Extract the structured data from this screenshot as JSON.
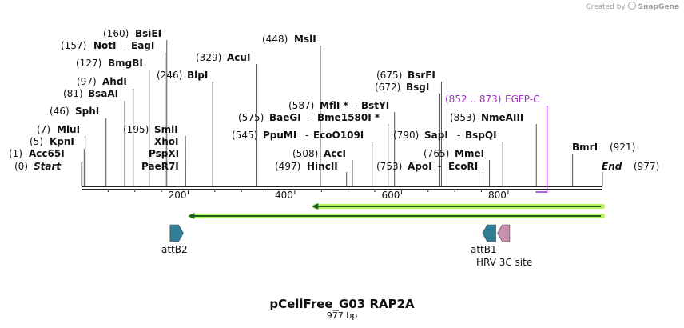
{
  "credit": {
    "created_by": "Created by",
    "brand": "SnapGene"
  },
  "title": "pCellFree_G03 RAP2A",
  "subtitle": "977 bp",
  "sequence": {
    "length": 977
  },
  "ruler": {
    "ticks": [
      "200",
      "400",
      "600",
      "800"
    ]
  },
  "enzymes": [
    {
      "pos": "(0)",
      "name": "Start",
      "site": 0,
      "italic": true
    },
    {
      "pos": "(1)",
      "name": "Acc65I",
      "site": 1
    },
    {
      "pos": "(5)",
      "name": "KpnI",
      "site": 5
    },
    {
      "pos": "(7)",
      "name": "MluI",
      "site": 7
    },
    {
      "pos": "(46)",
      "name": "SphI",
      "site": 46
    },
    {
      "pos": "(81)",
      "name": "BsaAI",
      "site": 81
    },
    {
      "pos": "(97)",
      "name": "AhdI",
      "site": 97
    },
    {
      "pos": "(127)",
      "name": "BmgBI",
      "site": 127
    },
    {
      "pos": "(157)",
      "name": "NotI",
      "name2": "EagI",
      "site": 157
    },
    {
      "pos": "(160)",
      "name": "BsiEI",
      "site": 160
    },
    {
      "pos": "(195)",
      "name": "SmlI",
      "name_only_xho": true,
      "site": 195
    },
    {
      "name": "XhoI",
      "site": 195
    },
    {
      "name": "PspXI",
      "site": 195
    },
    {
      "name": "PaeR7I",
      "site": 195
    },
    {
      "pos": "(246)",
      "name": "BlpI",
      "site": 246
    },
    {
      "pos": "(329)",
      "name": "AcuI",
      "site": 329
    },
    {
      "pos": "(448)",
      "name": "MslI",
      "site": 448
    },
    {
      "pos": "(497)",
      "name": "HincII",
      "site": 497
    },
    {
      "pos": "(508)",
      "name": "AccI",
      "site": 508
    },
    {
      "pos": "(545)",
      "name": "PpuMI",
      "name2": "EcoO109I",
      "site": 545
    },
    {
      "pos": "(575)",
      "name": "BaeGI",
      "name2": "Bme1580I *",
      "site": 575
    },
    {
      "pos": "(587)",
      "name": "MflI *",
      "name2": "BstYI",
      "site": 587
    },
    {
      "pos": "(672)",
      "name": "BsgI",
      "site": 672
    },
    {
      "pos": "(675)",
      "name": "BsrFI",
      "site": 675
    },
    {
      "pos": "(753)",
      "name": "ApoI",
      "name2": "EcoRI",
      "site": 753
    },
    {
      "pos": "(765)",
      "name": "MmeI",
      "site": 765
    },
    {
      "pos": "(790)",
      "name": "SapI",
      "name2": "BspQI",
      "site": 790
    },
    {
      "pos": "(853)",
      "name": "NmeAIII",
      "site": 853
    },
    {
      "pos": "(921)",
      "name": "BmrI",
      "site": 921
    },
    {
      "pos": "(977)",
      "name": "End",
      "site": 977,
      "italic": true
    }
  ],
  "primer": {
    "range": "(852 .. 873)",
    "name": "EGFP-C",
    "start": 852,
    "end": 873
  },
  "orfs": [
    {
      "start": 432,
      "end": 977,
      "strand": "-"
    },
    {
      "start": 200,
      "end": 977,
      "strand": "-"
    }
  ],
  "features": [
    {
      "name": "attB2",
      "start": 166,
      "end": 191,
      "direction": "forward",
      "color": "#2e7f96"
    },
    {
      "name": "attB1",
      "start": 752,
      "end": 777,
      "direction": "reverse",
      "color": "#2e7f96"
    },
    {
      "name": "HRV 3C site",
      "start": 780,
      "end": 803,
      "direction": "reverse",
      "color": "#c98fb0"
    }
  ],
  "colors": {
    "backbone": "#222222",
    "orf_fill": "#1b5e20",
    "orf_glow": "#b6f25a",
    "primer": "#8a2be2"
  }
}
